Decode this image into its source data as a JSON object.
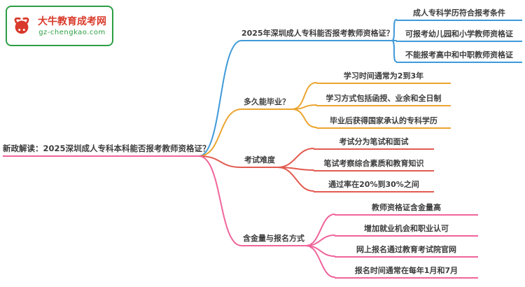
{
  "logo": {
    "title": "大牛教育成考网",
    "url": "gz-chengkao.com",
    "icon": "bull-icon",
    "border_color": "#2e9e45",
    "title_color": "#d93a2b"
  },
  "root": {
    "label": "新政解读：2025深圳成人专科本科能否报考教师资格证？",
    "underline_color": "#f0649b"
  },
  "branches": [
    {
      "label": "2025年深圳成人专科能否报考教师资格证？",
      "color": "#3f9ad9",
      "children": [
        "成人专科学历符合报考条件",
        "可报考幼儿园和小学教师资格证",
        "不能报考高中和中职教师资格证"
      ]
    },
    {
      "label": "多久能毕业？",
      "color": "#eba531",
      "children": [
        "学习时间通常为2到3年",
        "学习方式包括函授、业余和全日制",
        "毕业后获得国家承认的专科学历"
      ]
    },
    {
      "label": "考试难度",
      "color": "#e25b50",
      "children": [
        "考试分为笔试和面试",
        "笔试考察综合素质和教育知识",
        "通过率在20%到30%之间"
      ]
    },
    {
      "label": "含金量与报名方式",
      "color": "#f0649b",
      "children": [
        "教师资格证含金量高",
        "增加就业机会和职业认可",
        "网上报名通过教育考试院官网",
        "报名时间通常在每年1月和7月"
      ]
    }
  ],
  "colors": {
    "text": "#3d3d3d",
    "branch_blue": "#3f9ad9",
    "branch_yellow": "#eba531",
    "branch_red": "#e25b50",
    "branch_pink": "#f0649b",
    "logo_green": "#2e9e45",
    "logo_red": "#d93a2b",
    "background": "#ffffff"
  }
}
